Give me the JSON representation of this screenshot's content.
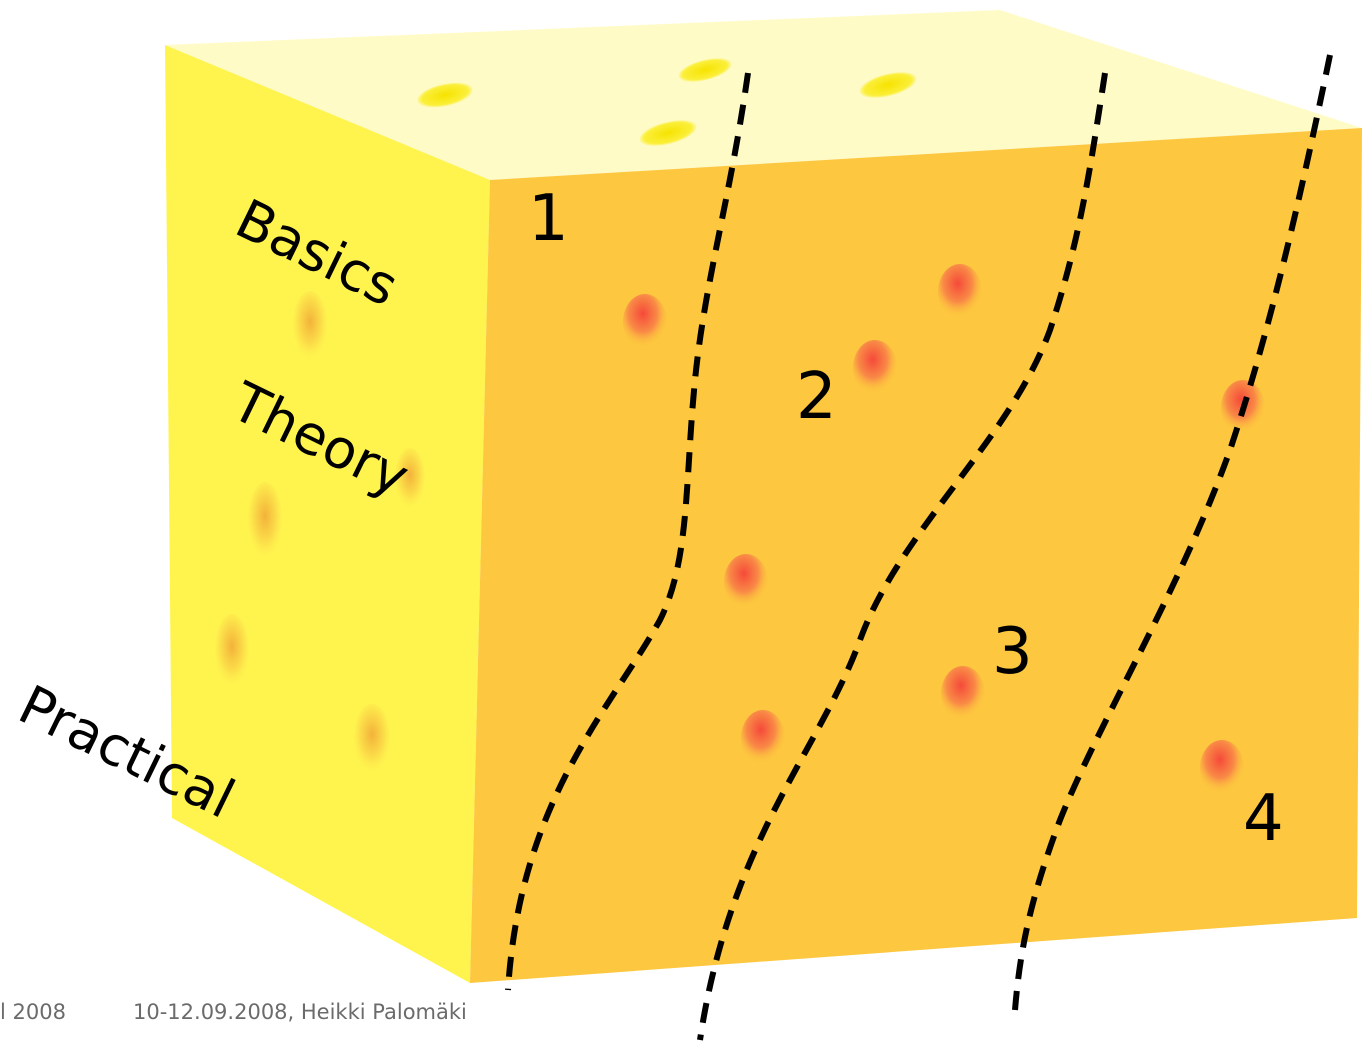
{
  "diagram": {
    "side_labels": {
      "basics": "Basics",
      "theory": "Theory",
      "practical": "Practical"
    },
    "numbers": [
      "1",
      "2",
      "3",
      "4"
    ]
  },
  "footer": {
    "left": "l 2008",
    "right": "10-12.09.2008, Heikki Palomäki"
  },
  "colors": {
    "front": "#fdc73f",
    "side": "#fff44e",
    "top": "#fffbc6",
    "hole_red": "#f7664a",
    "dash": "#000000"
  }
}
